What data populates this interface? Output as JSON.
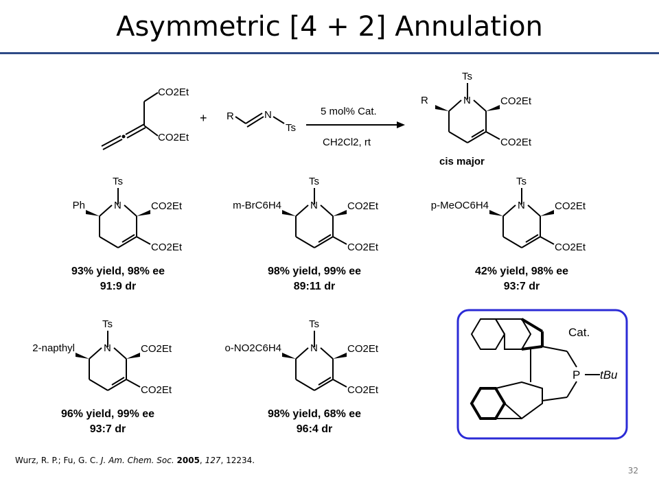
{
  "slide": {
    "title": "Asymmetric [4 + 2] Annulation",
    "page_number": "32",
    "accent_color": "#2e4a86"
  },
  "reaction": {
    "allene_label_1": "CO2Et",
    "allene_label_2": "CO2Et",
    "plus": "+",
    "imine_r": "R",
    "imine_n": "N",
    "imine_ts": "Ts",
    "conditions_top": "5 mol% Cat.",
    "conditions_bottom": "CH2Cl2, rt",
    "product_note": "cis major"
  },
  "template_product": {
    "ts": "Ts",
    "n": "N",
    "r": "R",
    "ester_top": "CO2Et",
    "ester_bottom": "CO2Et"
  },
  "examples": [
    {
      "substituent": "Ph",
      "yield_ee": "93% yield, 98% ee",
      "dr": "91:9 dr"
    },
    {
      "substituent": "m-BrC6H4",
      "yield_ee": "98% yield, 99% ee",
      "dr": "89:11 dr"
    },
    {
      "substituent": "p-MeOC6H4",
      "yield_ee": "42% yield, 98% ee",
      "dr": "93:7 dr"
    },
    {
      "substituent": "2-napthyl",
      "yield_ee": "96% yield, 99% ee",
      "dr": "93:7 dr"
    },
    {
      "substituent": "o-NO2C6H4",
      "yield_ee": "98% yield, 68% ee",
      "dr": "96:4 dr"
    }
  ],
  "ring_labels": {
    "ts": "Ts",
    "n": "N",
    "ester": "CO2Et"
  },
  "catalyst": {
    "label": "Cat.",
    "p": "P",
    "tbu": "tBu",
    "box_color": "#2b2bd6"
  },
  "citation": {
    "authors": "Wurz, R. P.; Fu, G. C.",
    "journal": "J. Am. Chem. Soc.",
    "year": "2005",
    "volume": "127",
    "pages": "12234."
  }
}
